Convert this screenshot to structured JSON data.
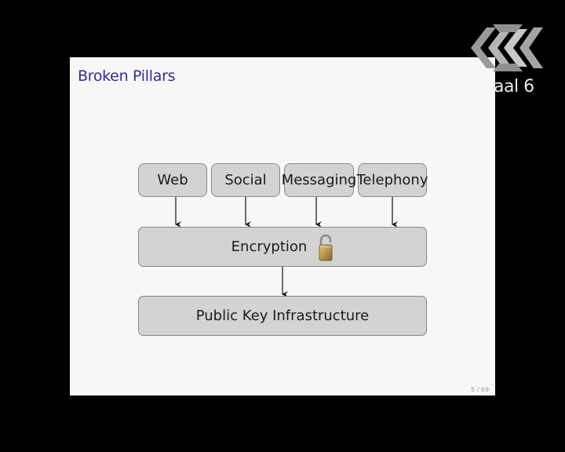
{
  "slide": {
    "title": "Broken Pillars",
    "page_number": "5 / 69"
  },
  "diagram": {
    "top_boxes": [
      "Web",
      "Social",
      "Messaging",
      "Telephony"
    ],
    "middle_box": "Encryption",
    "middle_icon": "padlock-icon",
    "bottom_box": "Public Key Infrastructure"
  },
  "overlay": {
    "logo_icon": "ccc-logo-icon",
    "room_label": "aal 6"
  },
  "colors": {
    "background": "#000000",
    "slide": "#f7f7f7",
    "box_fill": "#d3d3d3",
    "box_border": "#888888",
    "title": "#2f2f8f"
  }
}
